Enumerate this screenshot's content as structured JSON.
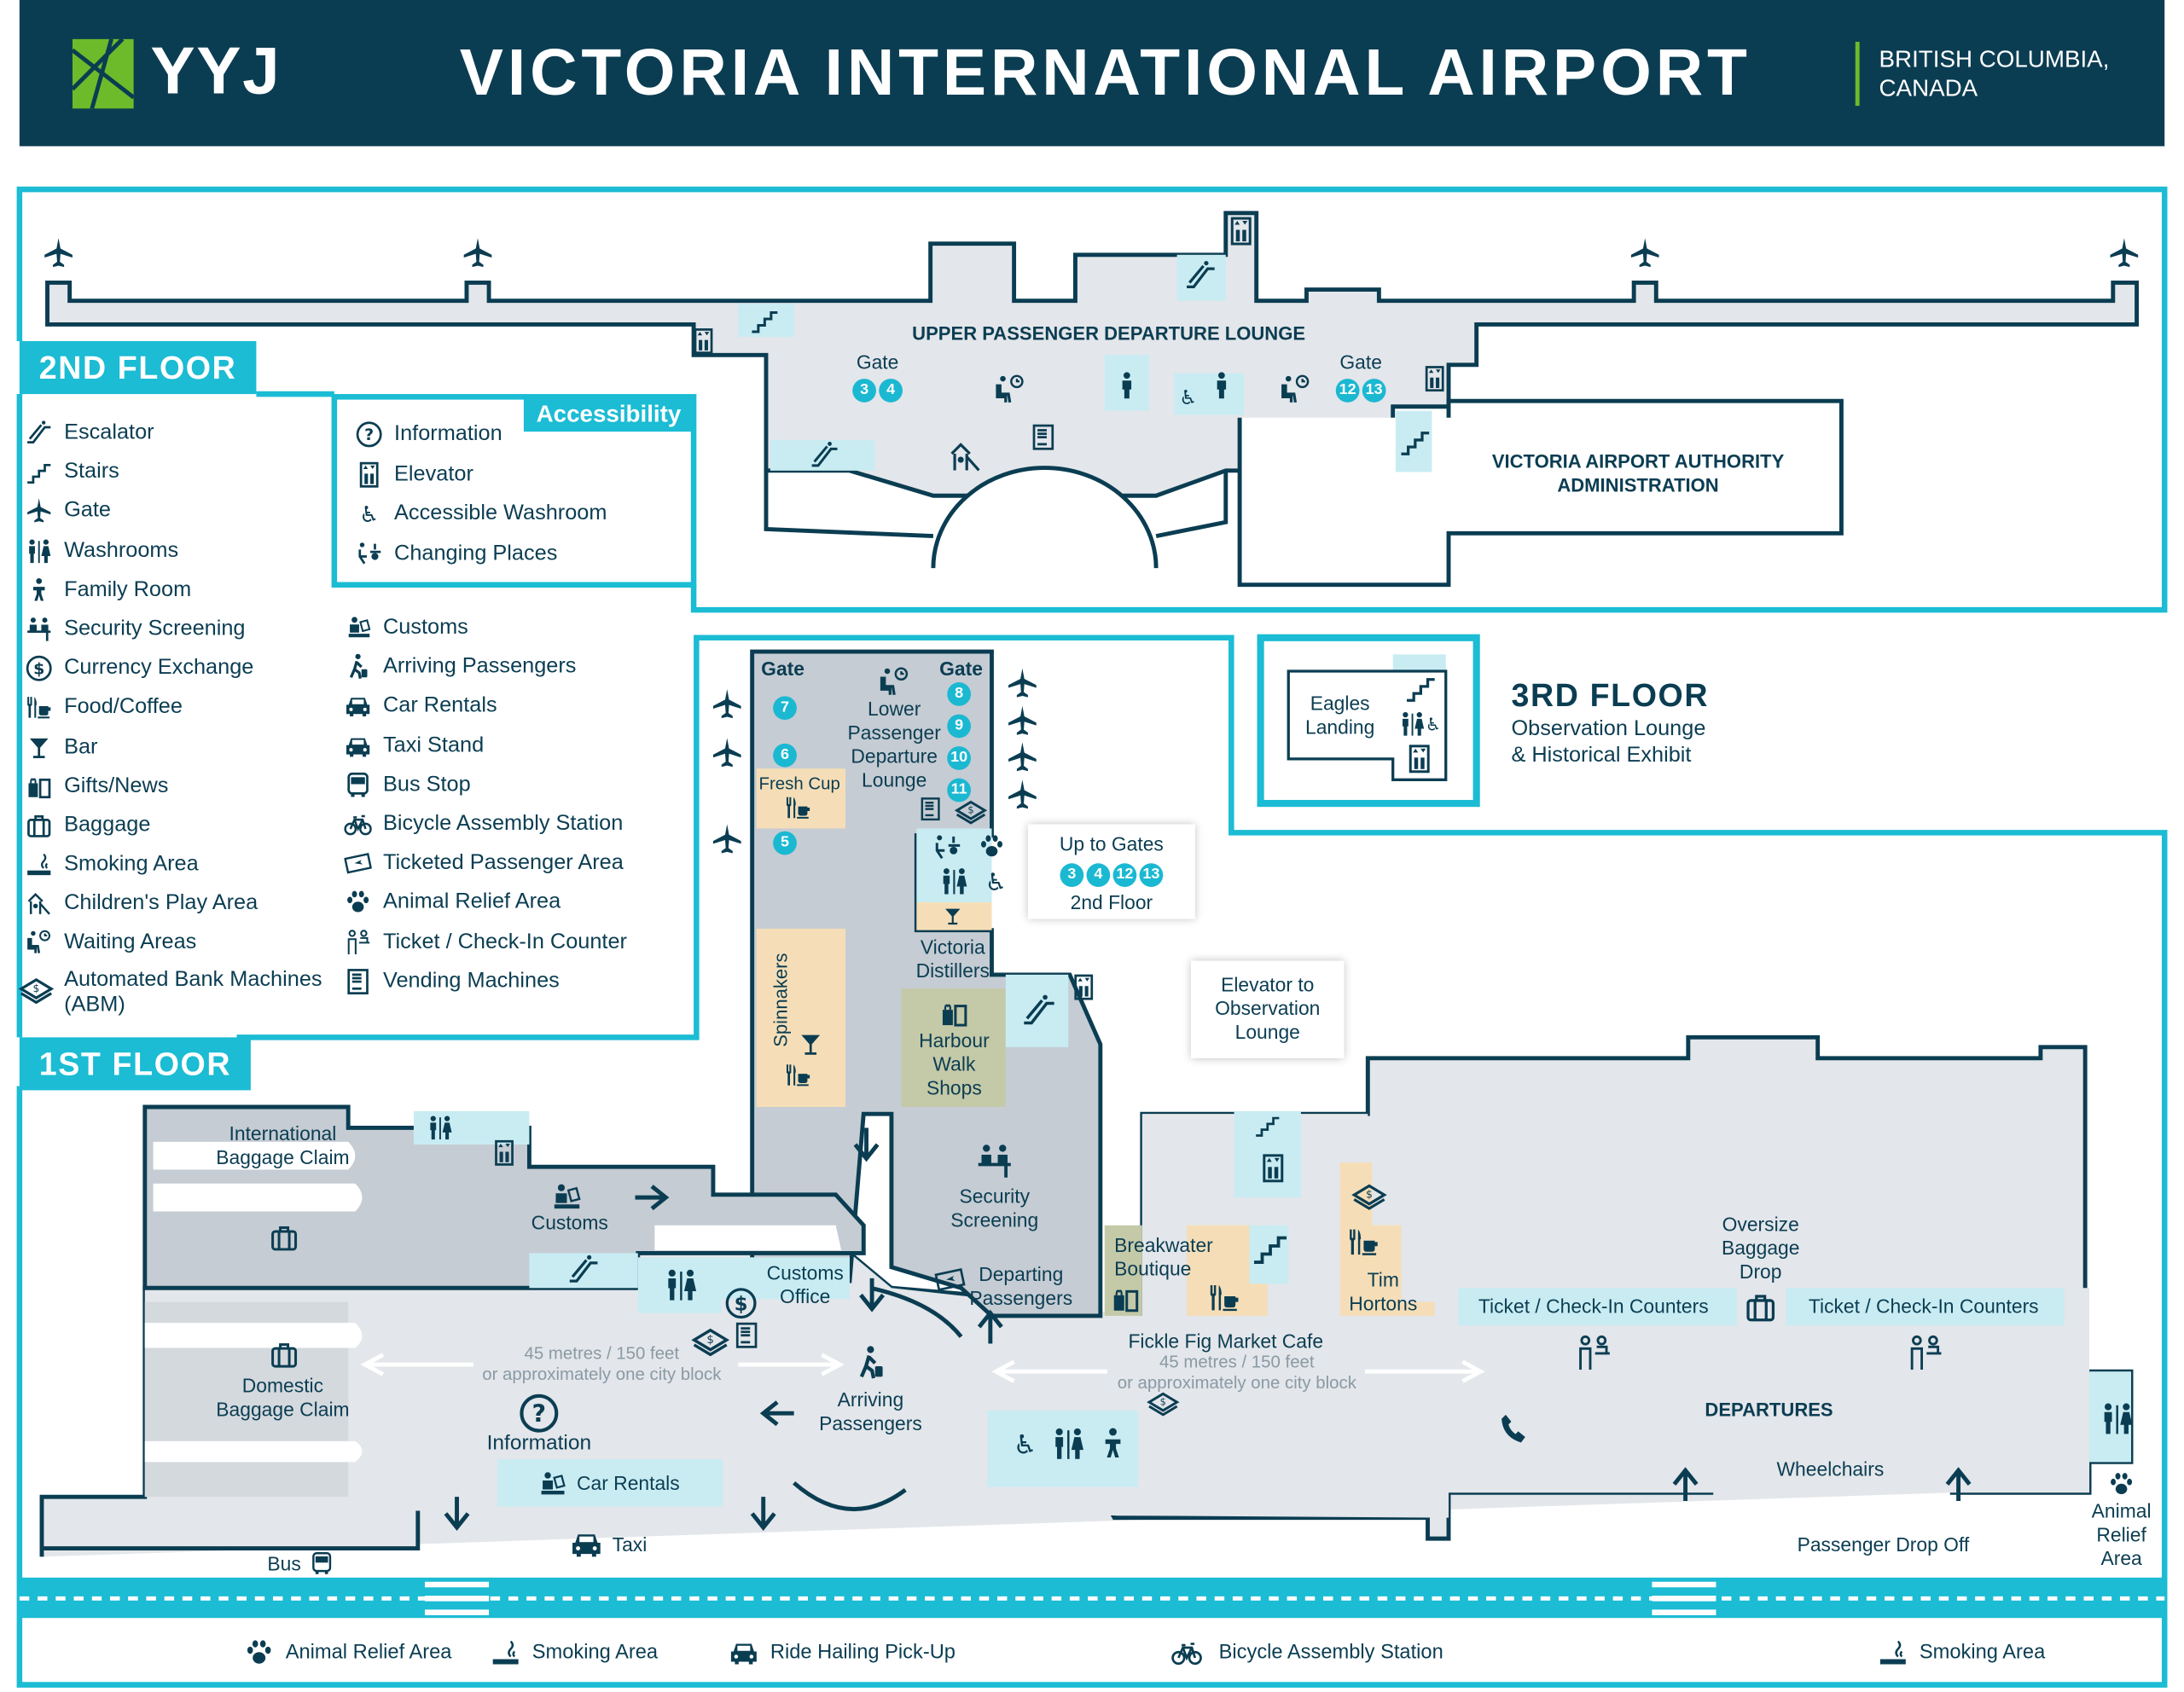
{
  "header": {
    "logo_text": "YYJ",
    "title": "VICTORIA INTERNATIONAL AIRPORT",
    "region_line1": "BRITISH COLUMBIA,",
    "region_line2": "CANADA"
  },
  "colors": {
    "navy": "#0b3d52",
    "cyan": "#1bbcd4",
    "logo_green": "#6dbb2a",
    "floor_grey": "#e3e6ea",
    "secure_grey": "#c5ccd3",
    "amenity_blue": "#c9ecf3",
    "food_tan": "#f5deb7",
    "shop_olive": "#c4c9a8"
  },
  "floors": {
    "second": "2ND FLOOR",
    "first": "1ST FLOOR",
    "third_title": "3RD FLOOR",
    "third_line1": "Observation Lounge",
    "third_line2": "& Historical Exhibit",
    "third_eagles_1": "Eagles",
    "third_eagles_2": "Landing"
  },
  "legend": {
    "general": [
      {
        "icon": "escalator-icon",
        "label": "Escalator"
      },
      {
        "icon": "stairs-icon",
        "label": "Stairs"
      },
      {
        "icon": "gate-icon",
        "label": "Gate"
      },
      {
        "icon": "washroom-icon",
        "label": "Washrooms"
      },
      {
        "icon": "family-room-icon",
        "label": "Family Room"
      },
      {
        "icon": "security-icon",
        "label": "Security Screening"
      },
      {
        "icon": "currency-icon",
        "label": "Currency Exchange"
      },
      {
        "icon": "food-icon",
        "label": "Food/Coffee"
      },
      {
        "icon": "bar-icon",
        "label": "Bar"
      },
      {
        "icon": "gifts-icon",
        "label": "Gifts/News"
      },
      {
        "icon": "baggage-icon",
        "label": "Baggage"
      },
      {
        "icon": "smoking-icon",
        "label": "Smoking Area"
      },
      {
        "icon": "play-area-icon",
        "label": "Children's Play Area"
      },
      {
        "icon": "waiting-icon",
        "label": "Waiting Areas"
      },
      {
        "icon": "abm-icon",
        "label": "Automated Bank Machines",
        "label2": "(ABM)"
      }
    ],
    "accessibility_title": "Accessibility",
    "accessibility": [
      {
        "icon": "information-icon",
        "label": "Information"
      },
      {
        "icon": "elevator-icon",
        "label": "Elevator"
      },
      {
        "icon": "accessible-washroom-icon",
        "label": "Accessible Washroom"
      },
      {
        "icon": "changing-places-icon",
        "label": "Changing Places"
      }
    ],
    "services": [
      {
        "icon": "customs-icon",
        "label": "Customs"
      },
      {
        "icon": "arriving-passengers-icon",
        "label": "Arriving Passengers"
      },
      {
        "icon": "car-rental-icon",
        "label": "Car Rentals"
      },
      {
        "icon": "taxi-icon",
        "label": "Taxi Stand"
      },
      {
        "icon": "bus-icon",
        "label": "Bus Stop"
      },
      {
        "icon": "bicycle-icon",
        "label": "Bicycle Assembly Station"
      },
      {
        "icon": "ticket-icon",
        "label": "Ticketed Passenger Area"
      },
      {
        "icon": "paw-icon",
        "label": "Animal Relief Area"
      },
      {
        "icon": "check-in-icon",
        "label": "Ticket / Check-In Counter"
      },
      {
        "icon": "vending-icon",
        "label": "Vending Machines"
      }
    ]
  },
  "second_floor": {
    "lounge": "UPPER PASSENGER DEPARTURE LOUNGE",
    "gate_label": "Gate",
    "gates_left": [
      "3",
      "4"
    ],
    "gates_right": [
      "12",
      "13"
    ],
    "admin_1": "VICTORIA AIRPORT AUTHORITY",
    "admin_2": "ADMINISTRATION"
  },
  "first_floor": {
    "gate_label": "Gate",
    "gates_west": [
      "7",
      "6",
      "5"
    ],
    "gates_east": [
      "8",
      "9",
      "10",
      "11"
    ],
    "lower_lounge": [
      "Lower",
      "Passenger",
      "Departure",
      "Lounge"
    ],
    "fresh_cup": "Fresh Cup",
    "up_to_gates": {
      "title": "Up to Gates",
      "gates": [
        "3",
        "4",
        "12",
        "13"
      ],
      "floor": "2nd Floor"
    },
    "spinnakers": "Spinnakers",
    "victoria_distillers": [
      "Victoria",
      "Distillers"
    ],
    "harbour_walk": [
      "Harbour",
      "Walk",
      "Shops"
    ],
    "elevator_obs": [
      "Elevator to",
      "Observation",
      "Lounge"
    ],
    "intl_baggage": [
      "International",
      "Baggage Claim"
    ],
    "customs": "Customs",
    "security": [
      "Security",
      "Screening"
    ],
    "customs_office": [
      "Customs",
      "Office"
    ],
    "departing": [
      "Departing",
      "Passengers"
    ],
    "breakwater": [
      "Breakwater",
      "Boutique"
    ],
    "tim_hortons": [
      "Tim",
      "Hortons"
    ],
    "oversize": [
      "Oversize",
      "Baggage",
      "Drop"
    ],
    "checkin_1": "Ticket / Check-In Counters",
    "checkin_2": "Ticket / Check-In Counters",
    "fickle_fig": "Fickle Fig Market Cafe",
    "distance_1": "45 metres / 150 feet",
    "distance_2": "or approximately one city block",
    "domestic_baggage": [
      "Domestic",
      "Baggage Claim"
    ],
    "information": "Information",
    "arriving": [
      "Arriving",
      "Passengers"
    ],
    "car_rentals": "Car Rentals",
    "taxi": "Taxi",
    "bus": "Bus",
    "departures": "DEPARTURES",
    "wheelchairs": "Wheelchairs",
    "drop_off": "Passenger Drop Off",
    "animal_relief": [
      "Animal",
      "Relief",
      "Area"
    ]
  },
  "curbside": [
    {
      "icon": "paw-icon",
      "label": "Animal Relief Area"
    },
    {
      "icon": "smoking-icon",
      "label": "Smoking Area"
    },
    {
      "icon": "car-icon",
      "label": "Ride Hailing Pick-Up"
    },
    {
      "icon": "bicycle-icon",
      "label": "Bicycle Assembly Station"
    },
    {
      "icon": "smoking-icon",
      "label": "Smoking Area"
    }
  ]
}
